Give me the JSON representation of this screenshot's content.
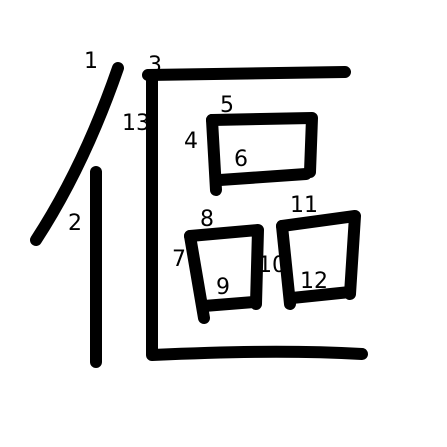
{
  "diagram": {
    "type": "kanji-stroke-order",
    "stroke_color": "#000000",
    "background": "#ffffff",
    "stroke_numbers": [
      "1",
      "2",
      "3",
      "4",
      "5",
      "6",
      "7",
      "8",
      "9",
      "10",
      "11",
      "12",
      "13"
    ]
  }
}
